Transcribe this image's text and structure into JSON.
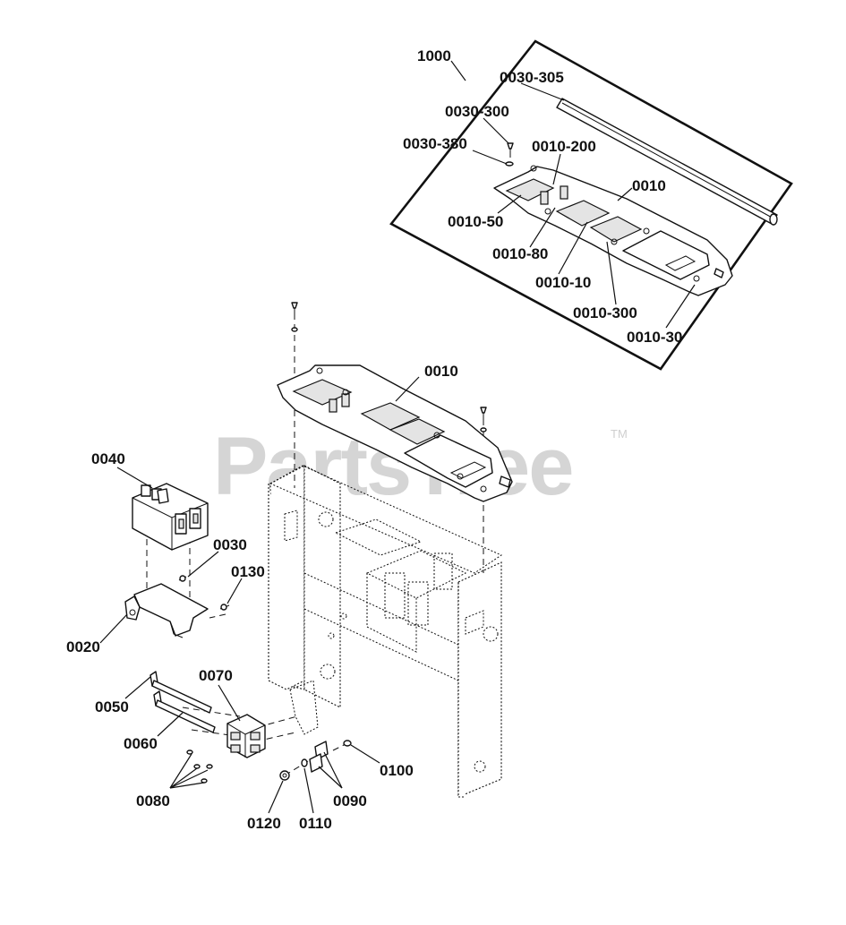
{
  "watermark": {
    "text": "PartsTree",
    "trademark": "TM"
  },
  "inset": {
    "label": "1000",
    "callouts": [
      "0030-305",
      "0030-300",
      "0030-380",
      "0010-200",
      "0010",
      "0010-50",
      "0010-80",
      "0010-10",
      "0010-300",
      "0010-30"
    ]
  },
  "callouts": [
    "0010",
    "0040",
    "0030",
    "0130",
    "0020",
    "0070",
    "0050",
    "0060",
    "0080",
    "0100",
    "0090",
    "0120",
    "0110"
  ],
  "colors": {
    "line": "#111111",
    "watermark": "#d5d5d5",
    "background": "#ffffff"
  }
}
